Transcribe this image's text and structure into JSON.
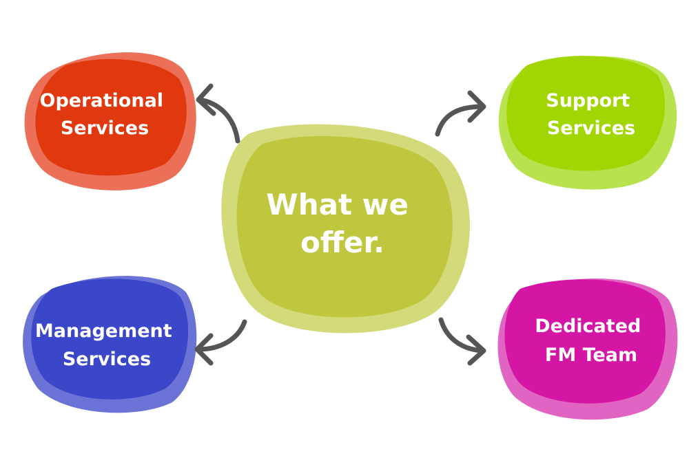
{
  "center": {
    "lines": [
      "What we",
      "offer."
    ],
    "color_back": "#D2DA79",
    "color_front": "#BFC73E"
  },
  "nodes": [
    {
      "id": "operational",
      "lines": [
        "Operational",
        "Services"
      ],
      "color_back": "#EC6F57",
      "color_front": "#E0390F"
    },
    {
      "id": "support",
      "lines": [
        "Support",
        "Services"
      ],
      "color_back": "#B8E34E",
      "color_front": "#A2D602"
    },
    {
      "id": "management",
      "lines": [
        "Management",
        "Services"
      ],
      "color_back": "#6B74D6",
      "color_front": "#3B46C8"
    },
    {
      "id": "dedicated-fm",
      "lines": [
        "Dedicated",
        "FM Team"
      ],
      "color_back": "#E163C2",
      "color_front": "#D515A4"
    }
  ],
  "arrow_color": "#555555"
}
